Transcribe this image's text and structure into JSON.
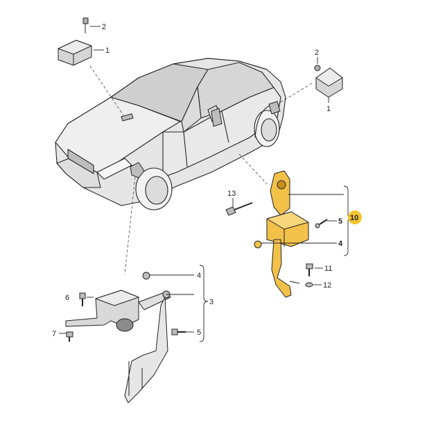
{
  "diagram": {
    "callouts": [
      {
        "id": "c2-topleft",
        "label": "2"
      },
      {
        "id": "c1-topleft",
        "label": "1"
      },
      {
        "id": "c2-right",
        "label": "2"
      },
      {
        "id": "c1-right",
        "label": "1"
      },
      {
        "id": "c13",
        "label": "13"
      },
      {
        "id": "c5-upper",
        "label": "5"
      },
      {
        "id": "c10",
        "label": "10"
      },
      {
        "id": "c4-upper",
        "label": "4"
      },
      {
        "id": "c11",
        "label": "11"
      },
      {
        "id": "c12",
        "label": "12"
      },
      {
        "id": "c4-lower",
        "label": "4"
      },
      {
        "id": "c3",
        "label": "3"
      },
      {
        "id": "c6",
        "label": "6"
      },
      {
        "id": "c7",
        "label": "7"
      },
      {
        "id": "c5-lower",
        "label": "5"
      }
    ],
    "colors": {
      "line": "#222222",
      "part_gray": "#d9d9d9",
      "part_dark": "#8c8c8c",
      "car_body": "#e6e6e6",
      "glass": "#cfcfcf",
      "highlight_part": "#f2c14a",
      "highlight_part_dark": "#c98f1c",
      "callout_badge": "#f5c531"
    }
  }
}
